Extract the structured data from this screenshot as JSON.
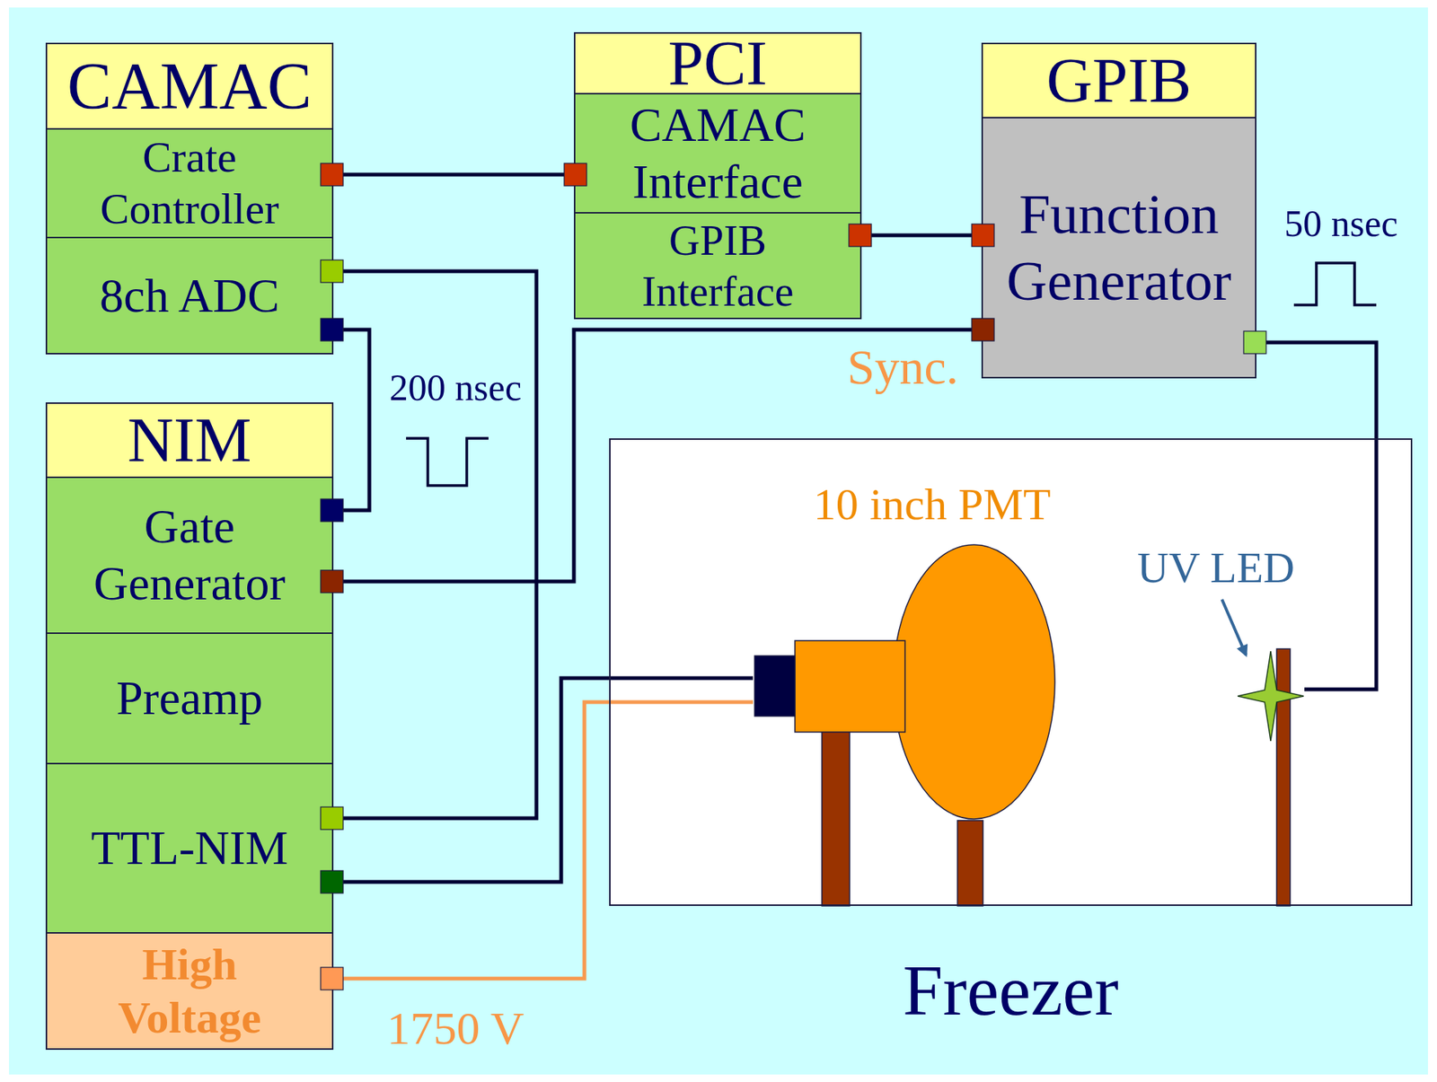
{
  "diagram": {
    "nodes": [
      {
        "text": [
          "CAMAC"
        ]
      },
      {
        "text": [
          "Crate Controller"
        ],
        "in": 0
      },
      {
        "text": [
          "8ch ADC"
        ],
        "in": 0
      },
      {
        "text": [
          "PCI"
        ]
      },
      {
        "text": [
          "CAMAC Interface"
        ],
        "in": 3
      },
      {
        "text": [
          "GPIB Interface"
        ],
        "in": 3
      },
      {
        "text": [
          "GPIB"
        ]
      },
      {
        "text": [
          "Function Generator"
        ],
        "in": 6
      },
      {
        "text": [
          "NIM"
        ]
      },
      {
        "text": [
          "Gate Generator"
        ],
        "in": 8
      },
      {
        "text": [
          "Preamp"
        ],
        "in": 8
      },
      {
        "text": [
          "TTL-NIM"
        ],
        "in": 8
      },
      {
        "text": [
          "High Voltage"
        ],
        "in": 8
      },
      {
        "text": [
          "Freezer"
        ]
      },
      {
        "text": [
          "10 inch PMT"
        ],
        "in": 13
      },
      {
        "text": [
          "UV LED"
        ],
        "in": 13
      }
    ],
    "edges": [
      {
        "from": 1,
        "to": 4,
        "arrow": "none"
      },
      {
        "from": 5,
        "to": 7,
        "arrow": "none"
      },
      {
        "from": 2,
        "to": 11,
        "arrow": "none"
      },
      {
        "from": 2,
        "to": 9,
        "arrow": "none"
      },
      {
        "from": 7,
        "to": 9,
        "arrow": "none"
      },
      {
        "from": 7,
        "to": 15,
        "arrow": "none"
      },
      {
        "from": 11,
        "to": 14,
        "arrow": "none"
      },
      {
        "from": 12,
        "to": 14,
        "arrow": "none"
      }
    ],
    "labels": [
      "Sync.",
      "200 nsec",
      "50 nsec",
      "1750 V"
    ]
  }
}
